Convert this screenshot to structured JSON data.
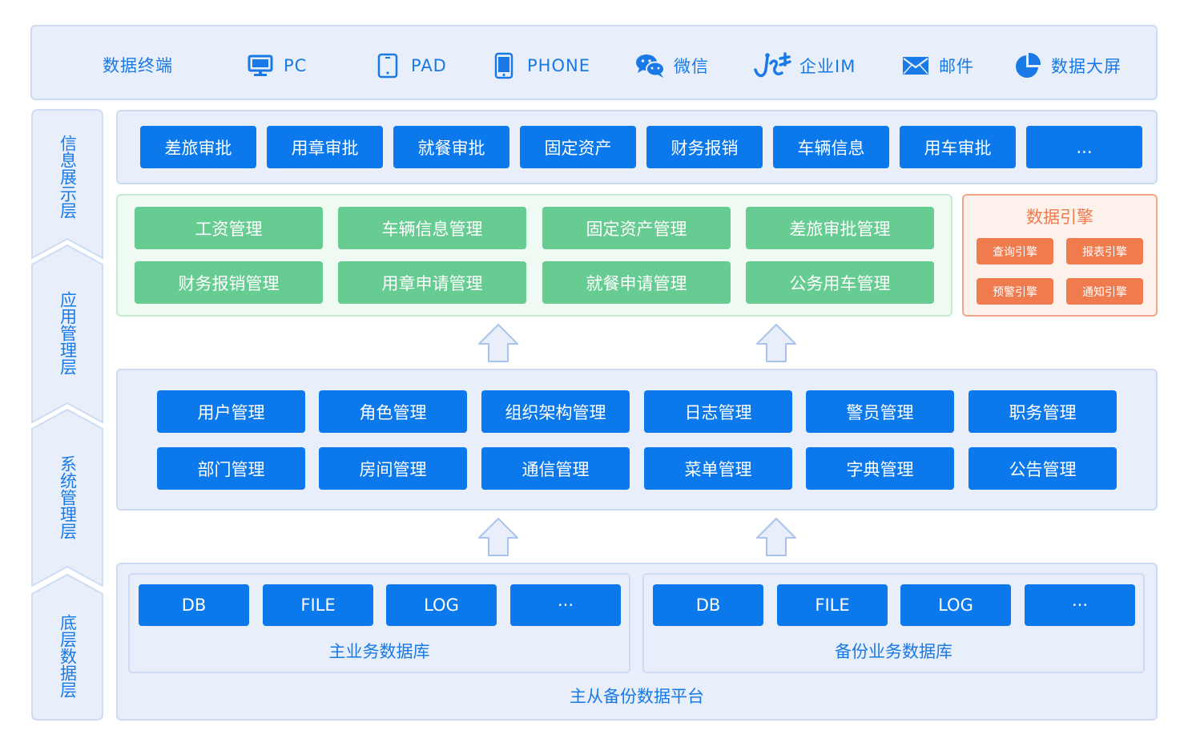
{
  "colors": {
    "primary_blue": "#0b78ec",
    "green": "#66cc91",
    "orange": "#f07b4f",
    "panel_fill": "#e8effb",
    "text_blue": "#1979e6"
  },
  "terminals": {
    "label": "数据终端",
    "items": [
      {
        "icon": "monitor-icon",
        "label": "PC"
      },
      {
        "icon": "tablet-icon",
        "label": "PAD"
      },
      {
        "icon": "phone-icon",
        "label": "PHONE"
      },
      {
        "icon": "wechat-icon",
        "label": "微信"
      },
      {
        "icon": "enterprise-im-icon",
        "label": "企业IM"
      },
      {
        "icon": "mail-icon",
        "label": "邮件"
      },
      {
        "icon": "pie-chart-icon",
        "label": "数据大屏"
      }
    ]
  },
  "layers": [
    "信息展示层",
    "应用管理层",
    "系统管理层",
    "底层数据层"
  ],
  "display_items": [
    "差旅审批",
    "用章审批",
    "就餐审批",
    "固定资产",
    "财务报销",
    "车辆信息",
    "用车审批",
    "..."
  ],
  "app_items": [
    "工资管理",
    "车辆信息管理",
    "固定资产管理",
    "差旅审批管理",
    "财务报销管理",
    "用章申请管理",
    "就餐申请管理",
    "公务用车管理"
  ],
  "engine": {
    "title": "数据引擎",
    "items": [
      "查询引擎",
      "报表引擎",
      "预警引擎",
      "通知引擎"
    ]
  },
  "system_items": [
    "用户管理",
    "角色管理",
    "组织架构管理",
    "日志管理",
    "警员管理",
    "职务管理",
    "部门管理",
    "房间管理",
    "通信管理",
    "菜单管理",
    "字典管理",
    "公告管理"
  ],
  "data_layer": {
    "main_db": {
      "label": "主业务数据库",
      "items": [
        "DB",
        "FILE",
        "LOG",
        "···"
      ]
    },
    "backup_db": {
      "label": "备份业务数据库",
      "items": [
        "DB",
        "FILE",
        "LOG",
        "···"
      ]
    },
    "platform_label": "主从备份数据平台"
  }
}
